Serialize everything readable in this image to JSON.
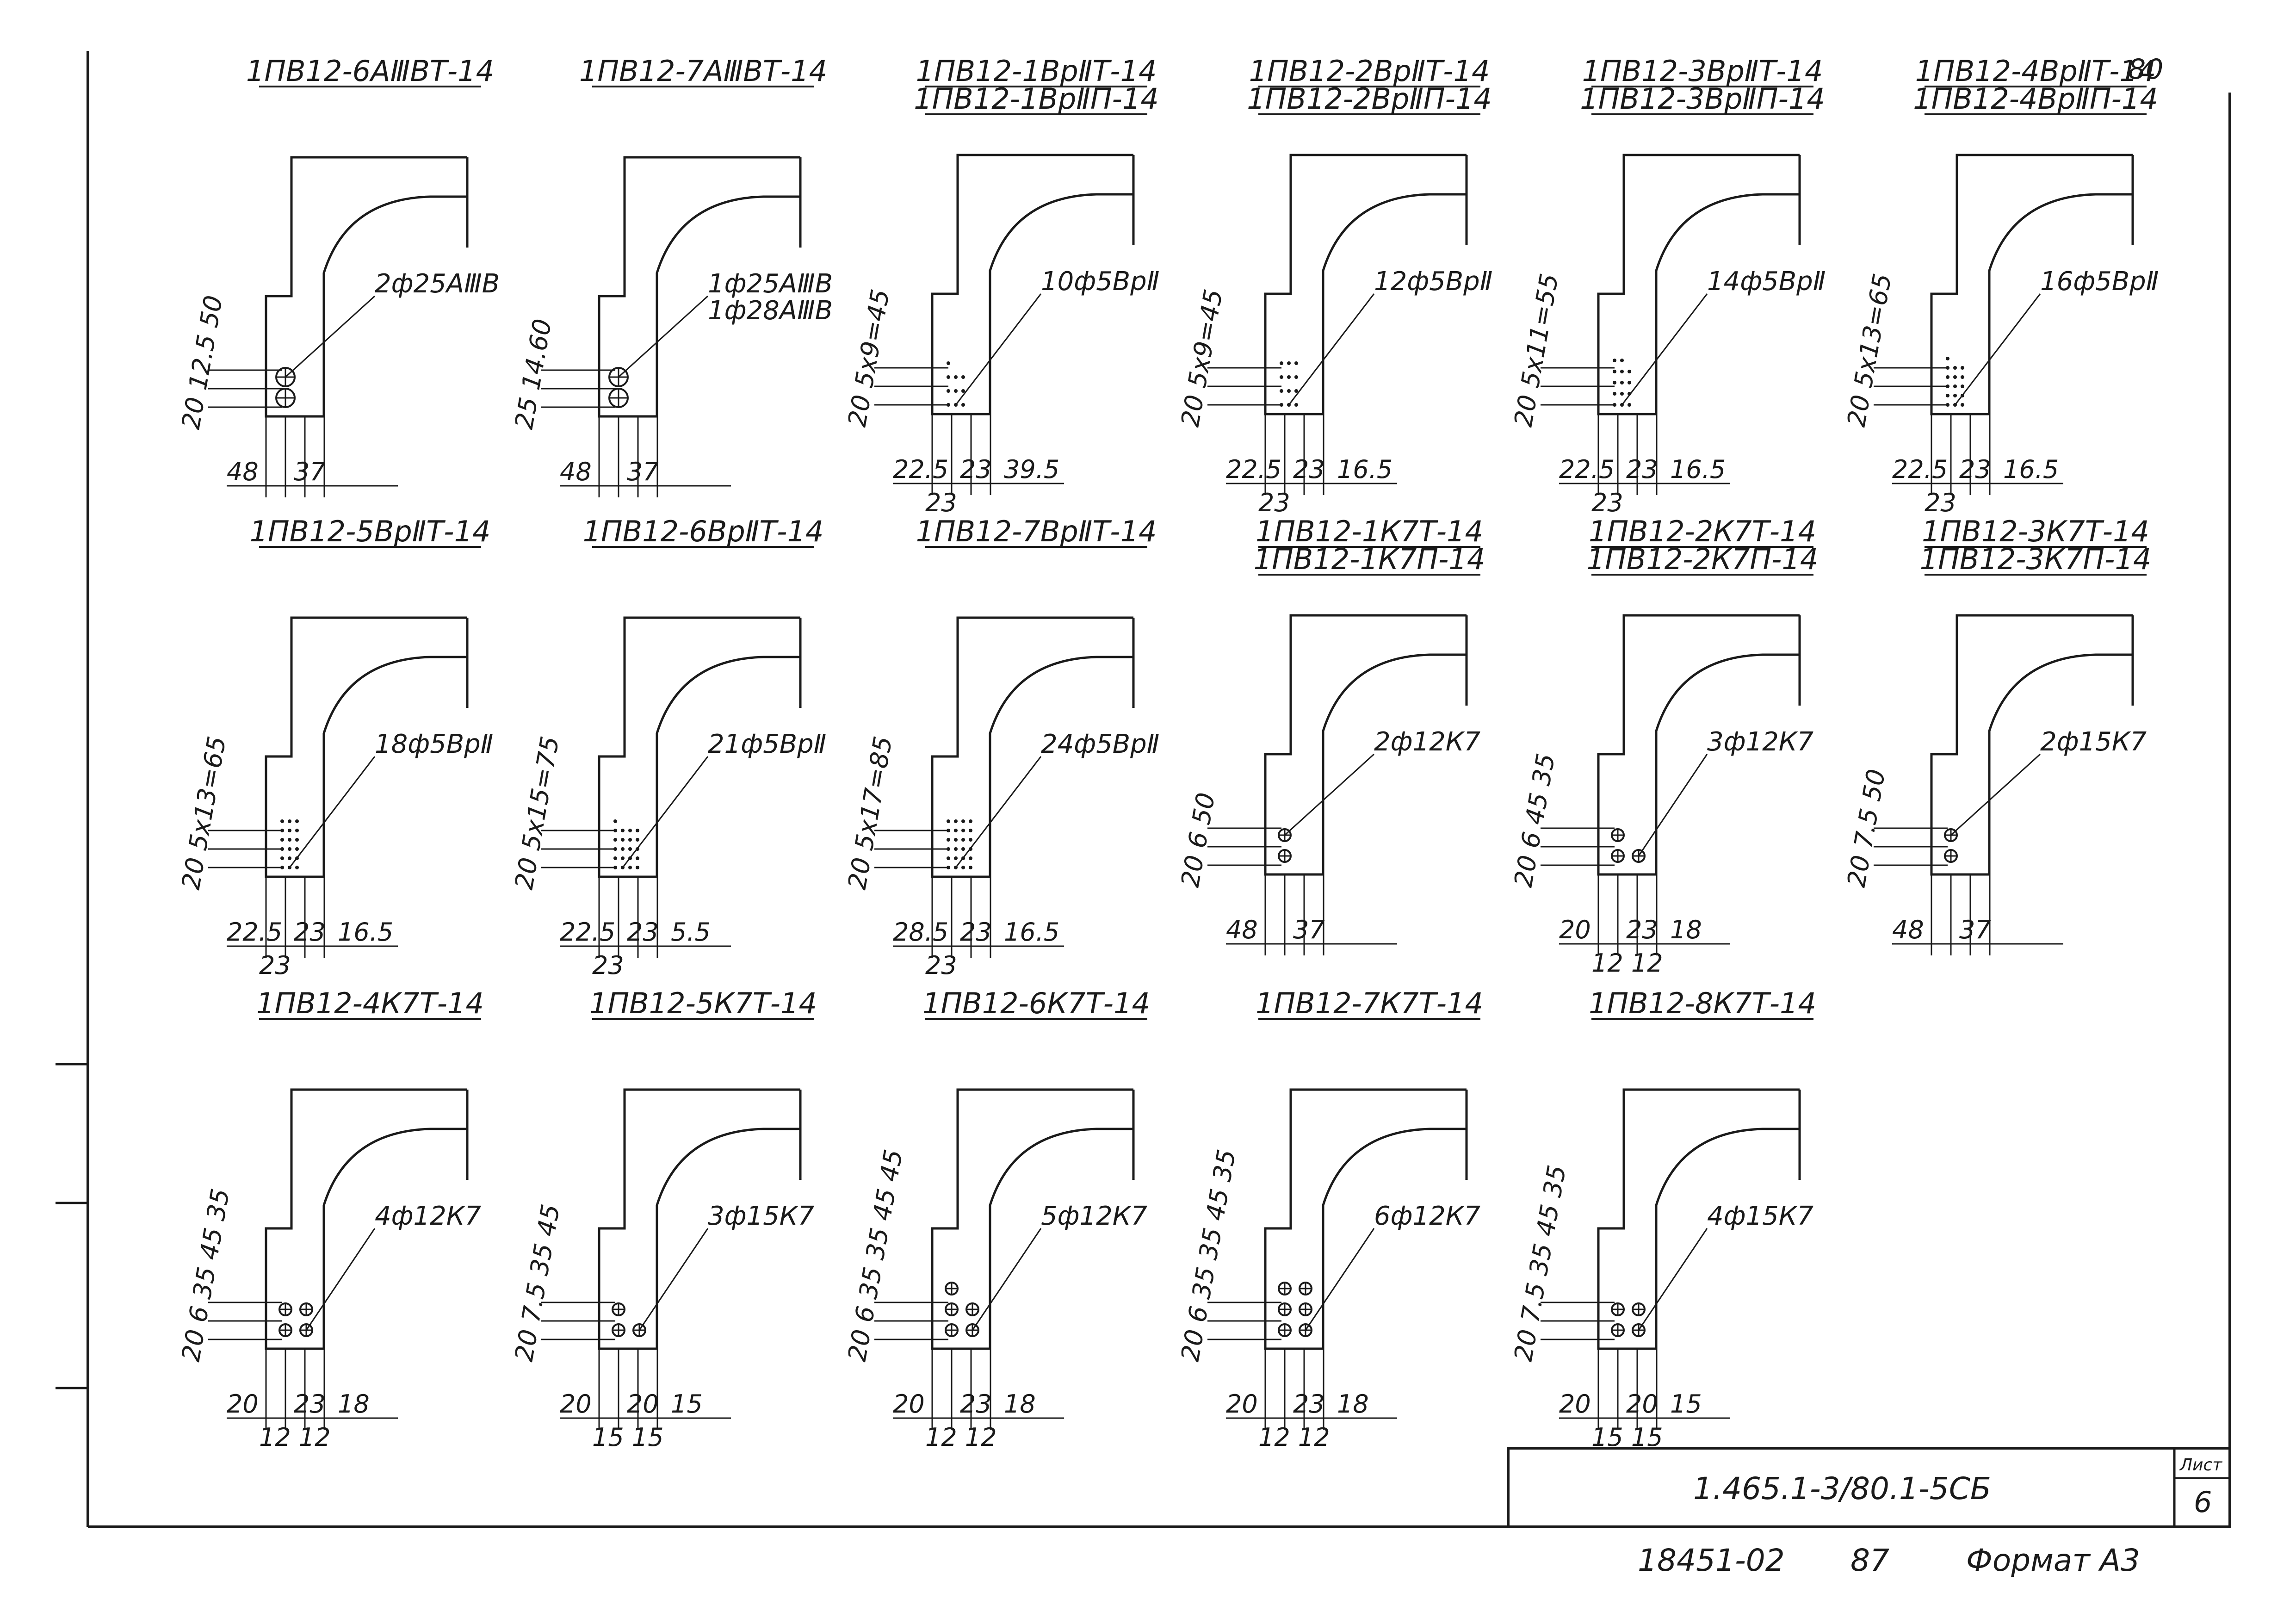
{
  "sheet_corner_mark": "80",
  "details": [
    {
      "titles": [
        "1ПВ12-6АⅢВТ-14"
      ],
      "rebar": "2ф25АⅢВ",
      "type": "round",
      "n": 2,
      "v_dims": "20 12.5 50",
      "h_dims": [
        "48",
        "37"
      ],
      "h_dims2": []
    },
    {
      "titles": [
        "1ПВ12-7АⅢВТ-14"
      ],
      "rebar": "1ф25АⅢВ",
      "rebar2": "1ф28АⅢВ",
      "type": "round",
      "n": 2,
      "v_dims": "25 14.60",
      "h_dims": [
        "48",
        "37"
      ],
      "h_dims2": []
    },
    {
      "titles": [
        "1ПВ12-1ВрⅡТ-14",
        "1ПВ12-1ВрⅡП-14"
      ],
      "rebar": "10ф5ВрⅡ",
      "type": "dots",
      "n": 10,
      "v_dims": "20 5х9=45",
      "h_dims": [
        "22.5",
        "23",
        "39.5"
      ],
      "h_dims2": [
        "23"
      ]
    },
    {
      "titles": [
        "1ПВ12-2ВрⅡТ-14",
        "1ПВ12-2ВрⅡП-14"
      ],
      "rebar": "12ф5ВрⅡ",
      "type": "dots",
      "n": 12,
      "v_dims": "20 5х9=45",
      "h_dims": [
        "22.5",
        "23",
        "16.5"
      ],
      "h_dims2": [
        "23"
      ]
    },
    {
      "titles": [
        "1ПВ12-3ВрⅡТ-14",
        "1ПВ12-3ВрⅡП-14"
      ],
      "rebar": "14ф5ВрⅡ",
      "type": "dots",
      "n": 14,
      "v_dims": "20 5х11=55",
      "h_dims": [
        "22.5",
        "23",
        "16.5"
      ],
      "h_dims2": [
        "23"
      ]
    },
    {
      "titles": [
        "1ПВ12-4ВрⅡТ-14",
        "1ПВ12-4ВрⅡП-14"
      ],
      "rebar": "16ф5ВрⅡ",
      "type": "dots",
      "n": 16,
      "v_dims": "20 5х13=65",
      "h_dims": [
        "22.5",
        "23",
        "16.5"
      ],
      "h_dims2": [
        "23"
      ]
    },
    {
      "titles": [
        "1ПВ12-5ВрⅡТ-14"
      ],
      "rebar": "18ф5ВрⅡ",
      "type": "dots",
      "n": 18,
      "v_dims": "20 5х13=65",
      "h_dims": [
        "22.5",
        "23",
        "16.5"
      ],
      "h_dims2": [
        "23"
      ]
    },
    {
      "titles": [
        "1ПВ12-6ВрⅡТ-14"
      ],
      "rebar": "21ф5ВрⅡ",
      "type": "dots",
      "n": 21,
      "v_dims": "20 5х15=75",
      "h_dims": [
        "22.5",
        "23",
        "5.5"
      ],
      "h_dims2": [
        "23"
      ]
    },
    {
      "titles": [
        "1ПВ12-7ВрⅡТ-14"
      ],
      "rebar": "24ф5ВрⅡ",
      "type": "dots",
      "n": 24,
      "v_dims": "20 5х17=85",
      "h_dims": [
        "28.5",
        "23",
        "16.5"
      ],
      "h_dims2": [
        "23"
      ]
    },
    {
      "titles": [
        "1ПВ12-1К7Т-14",
        "1ПВ12-1К7П-14"
      ],
      "rebar": "2ф12К7",
      "type": "small",
      "n": 2,
      "v_dims": "20 6 50",
      "h_dims": [
        "48",
        "37"
      ],
      "h_dims2": []
    },
    {
      "titles": [
        "1ПВ12-2К7Т-14",
        "1ПВ12-2К7П-14"
      ],
      "rebar": "3ф12К7",
      "type": "small",
      "n": 3,
      "v_dims": "20 6 45 35",
      "h_dims": [
        "20",
        "23",
        "18"
      ],
      "h_dims2": [
        "12 12"
      ]
    },
    {
      "titles": [
        "1ПВ12-3К7Т-14",
        "1ПВ12-3К7П-14"
      ],
      "rebar": "2ф15К7",
      "type": "small",
      "n": 2,
      "v_dims": "20 7.5 50",
      "h_dims": [
        "48",
        "37"
      ],
      "h_dims2": []
    },
    {
      "titles": [
        "1ПВ12-4К7Т-14"
      ],
      "rebar": "4ф12К7",
      "type": "small",
      "n": 4,
      "v_dims": "20 6 35 45 35",
      "h_dims": [
        "20",
        "23",
        "18"
      ],
      "h_dims2": [
        "12 12"
      ]
    },
    {
      "titles": [
        "1ПВ12-5К7Т-14"
      ],
      "rebar": "3ф15К7",
      "type": "small",
      "n": 3,
      "v_dims": "20 7.5 35 45",
      "h_dims": [
        "20",
        "20",
        "15"
      ],
      "h_dims2": [
        "15 15"
      ]
    },
    {
      "titles": [
        "1ПВ12-6К7Т-14"
      ],
      "rebar": "5ф12К7",
      "type": "small",
      "n": 5,
      "v_dims": "20 6 35 35 45 45",
      "h_dims": [
        "20",
        "23",
        "18"
      ],
      "h_dims2": [
        "12 12"
      ]
    },
    {
      "titles": [
        "1ПВ12-7К7Т-14"
      ],
      "rebar": "6ф12К7",
      "type": "small",
      "n": 6,
      "v_dims": "20 6 35 35 45 35",
      "h_dims": [
        "20",
        "23",
        "18"
      ],
      "h_dims2": [
        "12 12"
      ]
    },
    {
      "titles": [
        "1ПВ12-8К7Т-14"
      ],
      "rebar": "4ф15К7",
      "type": "small",
      "n": 4,
      "v_dims": "20 7.5 35 45 35",
      "h_dims": [
        "20",
        "20",
        "15"
      ],
      "h_dims2": [
        "15 15"
      ]
    }
  ],
  "title_block": {
    "doc_code": "1.465.1-3/80.1-5СБ",
    "sheet_label": "Лист",
    "sheet_number": "6"
  },
  "footer": {
    "inventory": "18451-02",
    "page": "87",
    "format": "Формат А3"
  }
}
